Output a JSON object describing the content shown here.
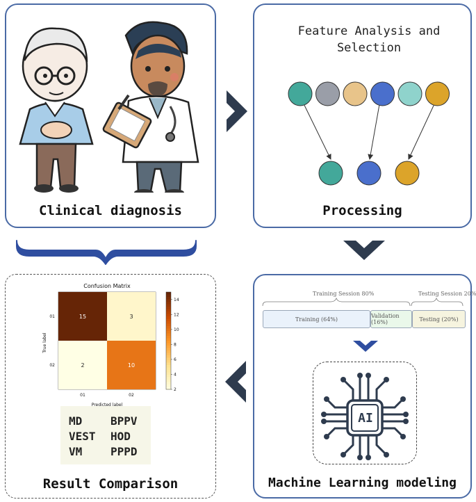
{
  "panels": {
    "clinical": {
      "caption": "Clinical diagnosis"
    },
    "processing": {
      "title": "Feature Analysis and Selection",
      "caption": "Processing"
    },
    "ml": {
      "caption": "Machine Learning modeling",
      "training_session": "Training Session 80%",
      "testing_session": "Testing Session 20%",
      "segments": [
        "Training (64%)",
        "Validation (16%)",
        "Testing (20%)"
      ],
      "chip_label": "AI"
    },
    "result": {
      "caption": "Result Comparison",
      "codes": [
        "MD",
        "BPPV",
        "VEST",
        "HOD",
        "VM",
        "PPPD"
      ]
    }
  },
  "feature_colors": {
    "top": [
      "#43a89a",
      "#9a9ea8",
      "#e8c48a",
      "#4a6fcc",
      "#8fd3cc",
      "#dca42a"
    ],
    "bottom": [
      "#43a89a",
      "#4a6fcc",
      "#dca42a"
    ]
  },
  "chart_data": {
    "type": "heatmap",
    "title": "Confusion Matrix",
    "xlabel": "Predicted label",
    "ylabel": "True label",
    "x_categories": [
      "01",
      "02"
    ],
    "y_categories": [
      "01",
      "02"
    ],
    "values": [
      [
        15,
        3
      ],
      [
        2,
        10
      ]
    ],
    "colorbar_ticks": [
      2,
      4,
      6,
      8,
      10,
      12,
      14
    ],
    "colorbar_range": [
      2,
      15
    ]
  },
  "colors": {
    "border": "#4a6aa5",
    "arrow": "#2e3b4e",
    "brace": "#2f4ea0"
  }
}
